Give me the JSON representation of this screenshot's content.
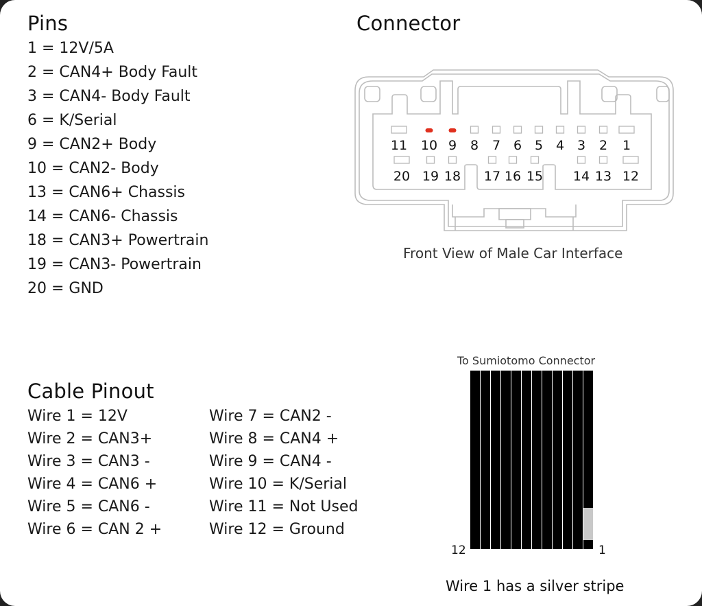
{
  "pins": {
    "title": "Pins",
    "items": [
      "1 = 12V/5A",
      "2 = CAN4+ Body Fault",
      "3 = CAN4- Body Fault",
      "6 = K/Serial",
      "9 = CAN2+ Body",
      "10 = CAN2- Body",
      "13 = CAN6+ Chassis",
      "14 = CAN6- Chassis",
      "18 = CAN3+ Powertrain",
      "19 = CAN3- Powertrain",
      "20 = GND"
    ]
  },
  "connector": {
    "title": "Connector",
    "caption": "Front View of Male Car Interface",
    "top_row": [
      "11",
      "10",
      "9",
      "8",
      "7",
      "6",
      "5",
      "4",
      "3",
      "2",
      "1"
    ],
    "bottom_row": [
      "20",
      "19",
      "18",
      "17",
      "16",
      "15",
      "14",
      "13",
      "12"
    ],
    "highlighted_pins": [
      "10",
      "9"
    ],
    "highlight_color": "#e0301e",
    "outline_color": "#b8b8b8"
  },
  "cable": {
    "title": "Cable Pinout",
    "left_column": [
      "Wire 1 = 12V",
      "Wire 2 = CAN3+",
      "Wire 3 = CAN3 -",
      "Wire 4 = CAN6 +",
      "Wire 5 = CAN6 -",
      "Wire 6 = CAN 2 +"
    ],
    "right_column": [
      "Wire 7 = CAN2 -",
      "Wire 8 = CAN4 +",
      "Wire 9 = CAN4 -",
      "Wire 10 = K/Serial",
      "Wire 11 = Not Used",
      "Wire 12 = Ground"
    ]
  },
  "ribbon": {
    "top_label": "To Sumiotomo Connector",
    "left_label": "12",
    "right_label": "1",
    "wire_count": 12,
    "wire_color": "#000000",
    "stripe_color": "#c8c8c8",
    "caption": "Wire 1 has a silver stripe"
  }
}
